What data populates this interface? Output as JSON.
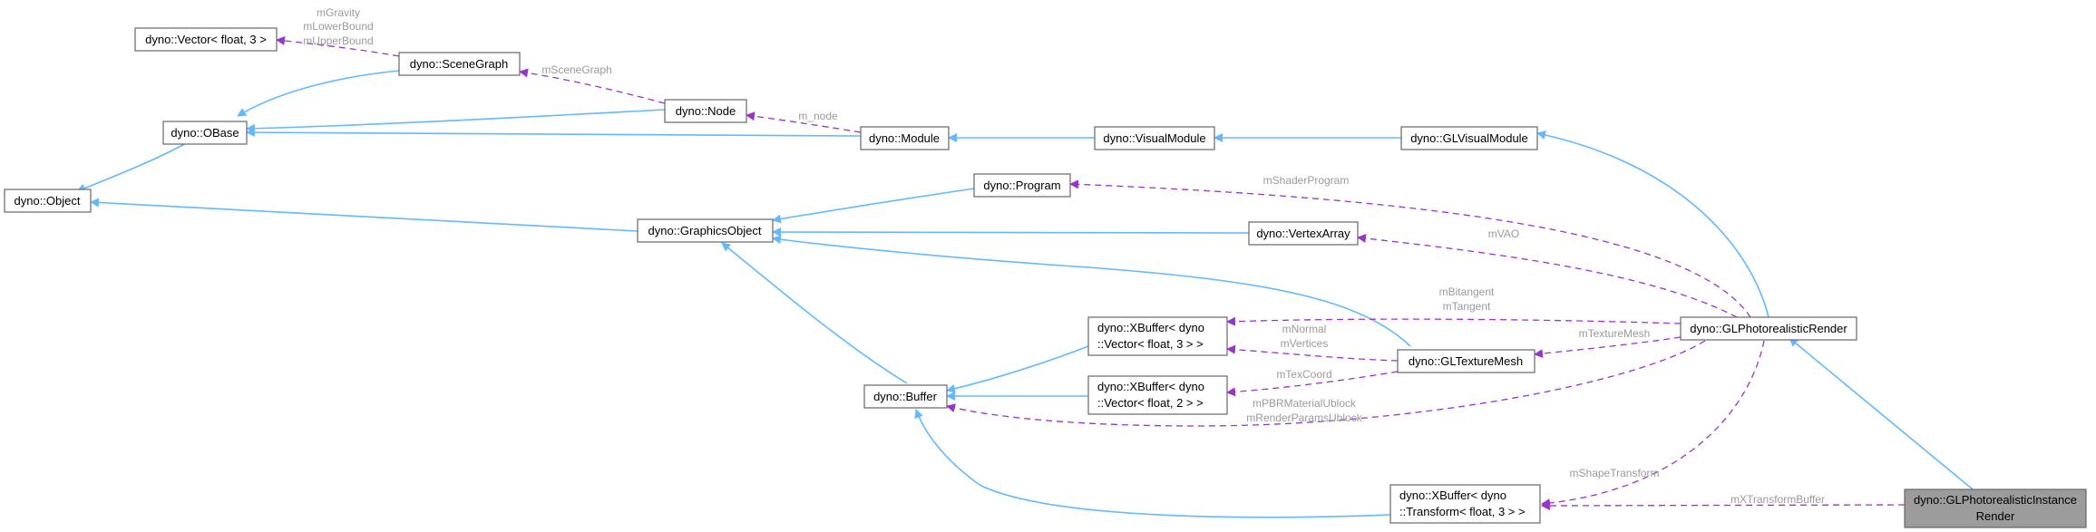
{
  "colors": {
    "inherit_edge": "#63b8ff",
    "usage_edge": "#9a32cd",
    "node_border": "#666666",
    "highlight_fill": "#9c9c9c",
    "label_gray": "#9a9a9a"
  },
  "nodes": {
    "vector_float3": "dyno::Vector< float, 3 >",
    "scene_graph": "dyno::SceneGraph",
    "node": "dyno::Node",
    "obase": "dyno::OBase",
    "object": "dyno::Object",
    "module": "dyno::Module",
    "visual_module": "dyno::VisualModule",
    "gl_visual_module": "dyno::GLVisualModule",
    "program": "dyno::Program",
    "graphics_object": "dyno::GraphicsObject",
    "vertex_array": "dyno::VertexArray",
    "xbuffer_vec3": [
      "dyno::XBuffer< dyno",
      "::Vector< float, 3 > >"
    ],
    "xbuffer_vec2": [
      "dyno::XBuffer< dyno",
      "::Vector< float, 2 > >"
    ],
    "buffer": "dyno::Buffer",
    "gl_texture_mesh": "dyno::GLTextureMesh",
    "gl_photorealistic_render": "dyno::GLPhotorealisticRender",
    "xbuffer_transform": [
      "dyno::XBuffer< dyno",
      "::Transform< float, 3 > >"
    ],
    "gl_photorealistic_instance_render": [
      "dyno::GLPhotorealisticInstance",
      "Render"
    ]
  },
  "edge_labels": {
    "gravity": [
      "mGravity",
      "mLowerBound",
      "mUpperBound"
    ],
    "scene_graph": "mSceneGraph",
    "node": "m_node",
    "shader_program": "mShaderProgram",
    "vao": "mVAO",
    "bitangent": [
      "mBitangent",
      "mTangent"
    ],
    "texture_mesh": "mTextureMesh",
    "normal": [
      "mNormal",
      "mVertices"
    ],
    "texcoord": "mTexCoord",
    "material": [
      "mPBRMaterialUblock",
      "mRenderParamsUblock"
    ],
    "shape_transform": "mShapeTransform",
    "xtransform": "mXTransformBuffer"
  }
}
